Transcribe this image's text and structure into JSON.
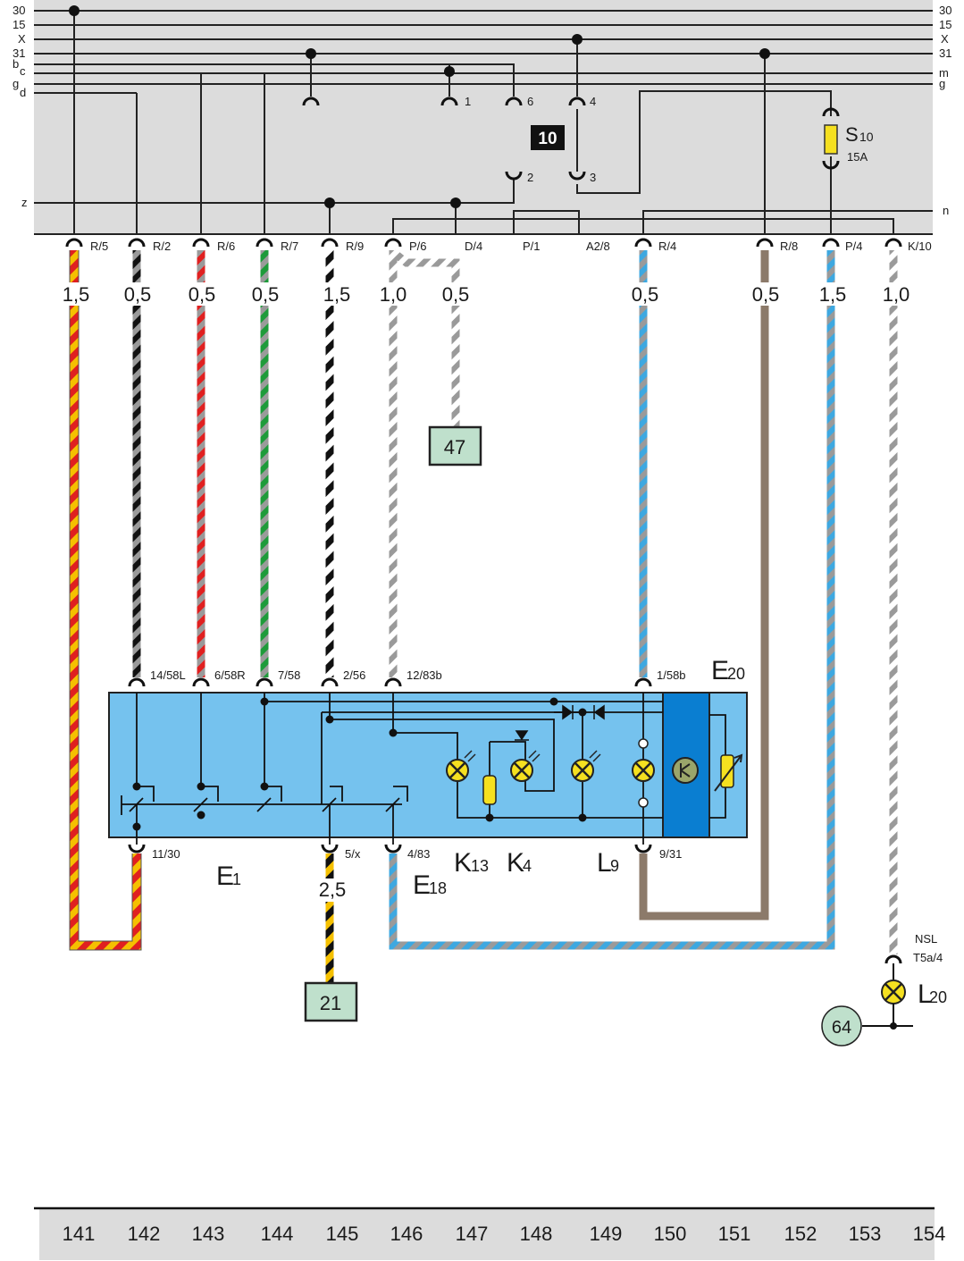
{
  "bus_labels_left": [
    "30",
    "15",
    "X",
    "31",
    "b",
    "c",
    "g",
    "d",
    "z"
  ],
  "bus_labels_right": [
    "30",
    "15",
    "X",
    "31",
    "m",
    "g",
    "n"
  ],
  "relay_panel": {
    "box_label": "10",
    "terminals": [
      "1",
      "6",
      "4",
      "2",
      "3"
    ]
  },
  "fuse": {
    "name": "S",
    "sub": "10",
    "rating": "15A"
  },
  "connectors": [
    "R/5",
    "R/2",
    "R/6",
    "R/7",
    "R/9",
    "P/6",
    "D/4",
    "P/1",
    "A2/8",
    "R/4",
    "R/8",
    "P/4",
    "K/10"
  ],
  "gauges": [
    "1,5",
    "0,5",
    "0,5",
    "0,5",
    "1,5",
    "1,0",
    "0,5",
    "0,5",
    "0,5",
    "1,5",
    "1,0"
  ],
  "boxes": {
    "b47": "47",
    "b21": "21",
    "c64": "64"
  },
  "module_pins_top": [
    "14/58L",
    "6/58R",
    "7/58",
    "2/56",
    "12/83b",
    "1/58b"
  ],
  "module_pins_bottom": [
    "11/30",
    "5/x",
    "4/83",
    "9/31"
  ],
  "component_labels": [
    {
      "main": "E",
      "sub": "20"
    },
    {
      "main": "E",
      "sub": "1"
    },
    {
      "main": "E",
      "sub": "18"
    },
    {
      "main": "K",
      "sub": "13"
    },
    {
      "main": "K",
      "sub": "4"
    },
    {
      "main": "L",
      "sub": "9"
    },
    {
      "main": "L",
      "sub": "20"
    }
  ],
  "lower_gauge": "2,5",
  "lamp_pins": {
    "nsl": "NSL",
    "conn": "T5a/4"
  },
  "footer_numbers": [
    "141",
    "142",
    "143",
    "144",
    "145",
    "146",
    "147",
    "148",
    "149",
    "150",
    "151",
    "152",
    "153",
    "154"
  ]
}
